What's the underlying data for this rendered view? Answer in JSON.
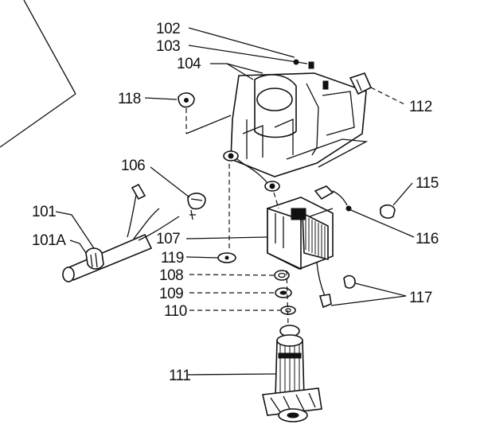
{
  "diagram": {
    "labels": {
      "p101": "101",
      "p101a": "101A",
      "p102": "102",
      "p103": "103",
      "p104": "104",
      "p106": "106",
      "p107": "107",
      "p108": "108",
      "p109": "109",
      "p110": "110",
      "p111": "111",
      "p112": "112",
      "p115": "115",
      "p116": "116",
      "p117": "117",
      "p118": "118",
      "p119": "119"
    }
  },
  "colors": {
    "ink": "#111111",
    "paper": "#ffffff"
  }
}
